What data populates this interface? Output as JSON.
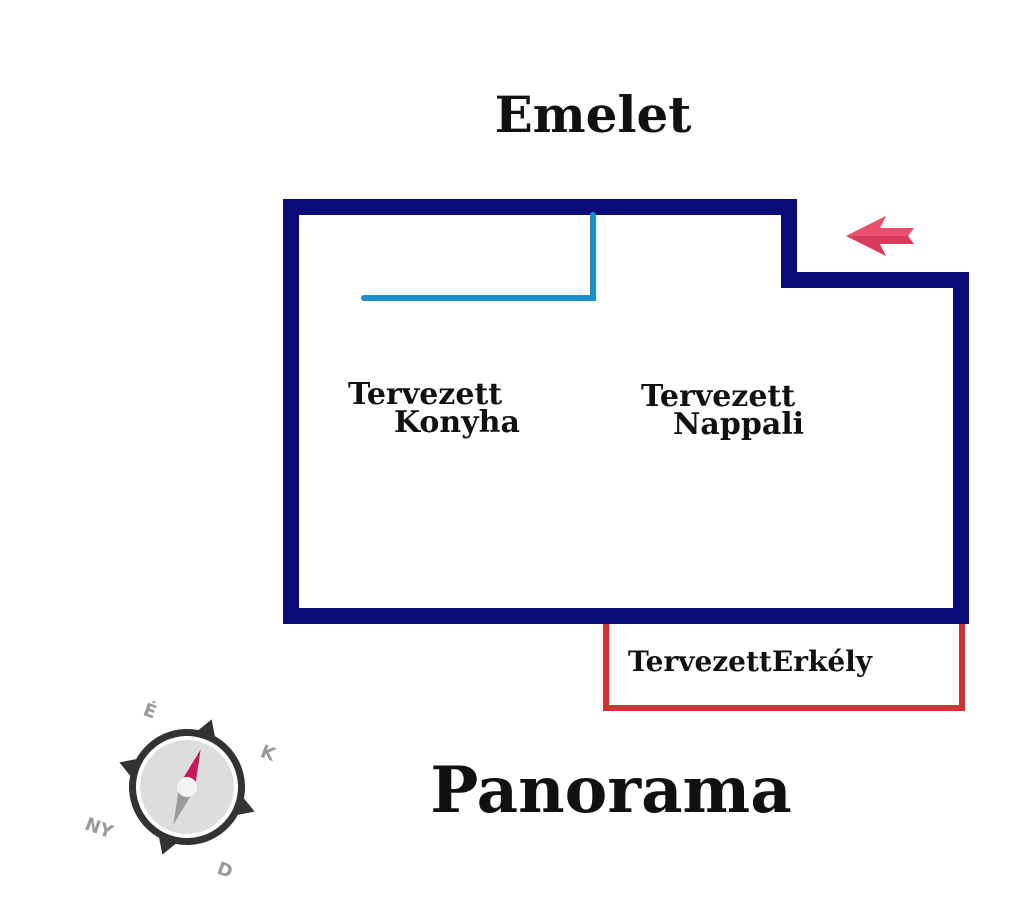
{
  "floor_title": "Emelet",
  "rooms": {
    "kitchen": {
      "line1": "Tervezett",
      "line2": "Konyha"
    },
    "living": {
      "line1": "Tervezett",
      "line2": "Nappali"
    },
    "balcony": {
      "label": "TervezettErkély"
    }
  },
  "view_label": "Panorama",
  "compass": {
    "north": "É",
    "east": "K",
    "south": "D",
    "west": "NY"
  },
  "colors": {
    "walls": "#0a0a78",
    "inner_wall": "#1a8fcc",
    "balcony": "#cc3333",
    "entrance_arrow": "#d63a5c",
    "compass_needle": "#c8185a"
  }
}
